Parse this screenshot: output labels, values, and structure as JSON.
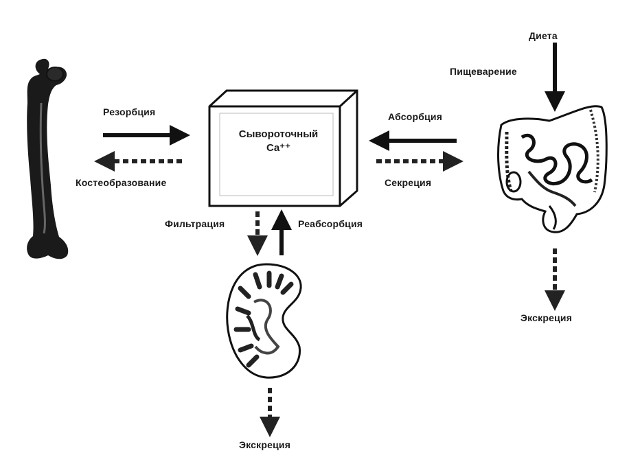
{
  "center": {
    "line1": "Сывороточный",
    "line2": "Ca⁺⁺"
  },
  "labels": {
    "resorption": "Резорбция",
    "bone_formation": "Костеобразование",
    "absorption": "Абсорбция",
    "secretion": "Секреция",
    "diet": "Диета",
    "digestion": "Пищеварение",
    "filtration": "Фильтрация",
    "reabsorption": "Реабсорбция",
    "excretion_kidney": "Экскреция",
    "excretion_gut": "Экскреция"
  },
  "icons": {
    "bone": "femur-bone-icon",
    "intestine": "intestine-icon",
    "kidney": "kidney-icon"
  },
  "colors": {
    "ink": "#111111",
    "background": "#ffffff"
  }
}
